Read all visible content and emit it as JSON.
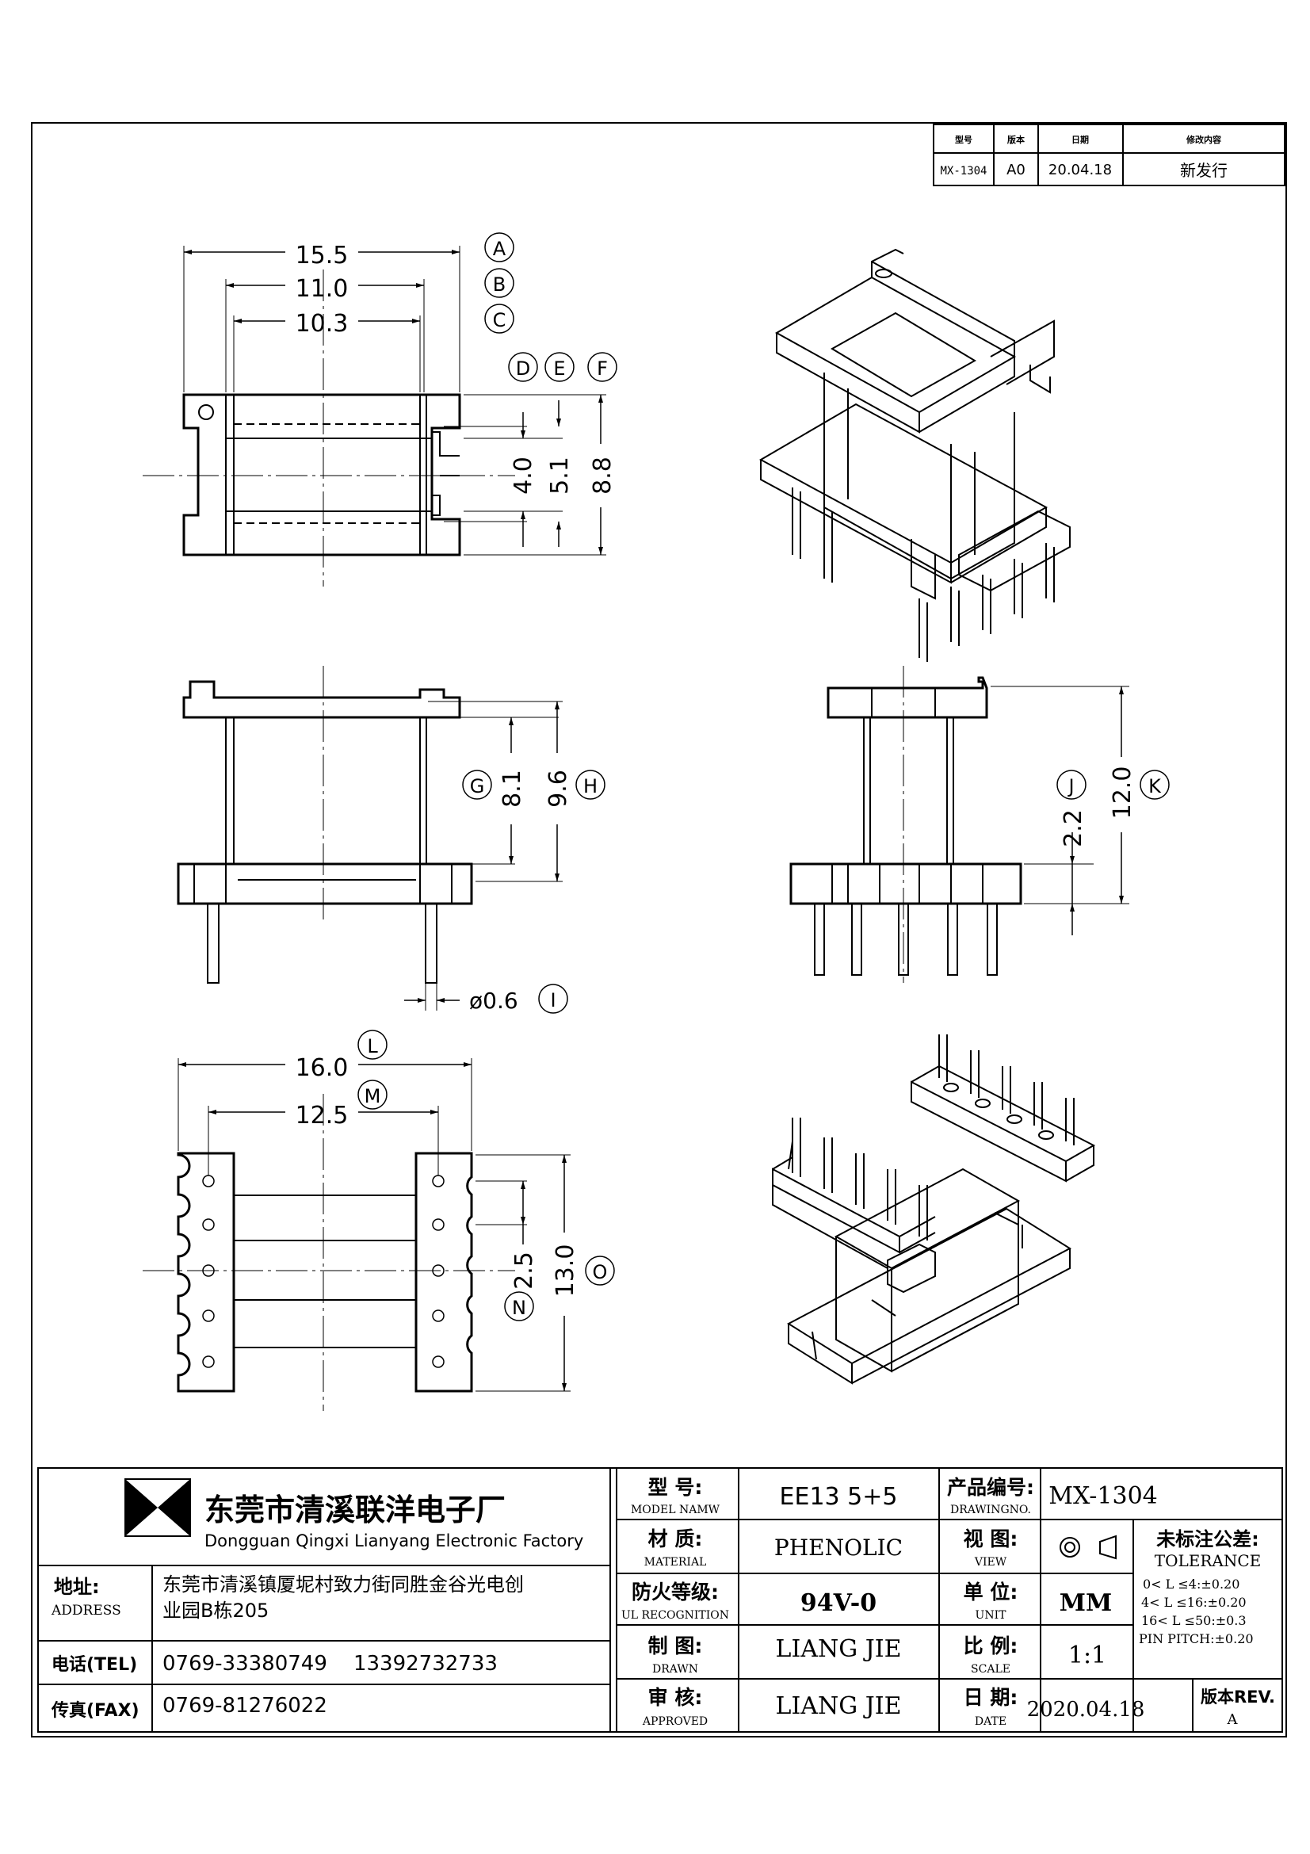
{
  "revision_table": {
    "headers": [
      "型号",
      "版本",
      "日期",
      "修改内容"
    ],
    "row": [
      "MX-1304",
      "A0",
      "20.04.18",
      "新发行"
    ]
  },
  "dimensions": {
    "top": {
      "A": "15.5",
      "B": "11.0",
      "C": "10.3",
      "D": "4.0",
      "E": "5.1",
      "F": "8.8"
    },
    "front": {
      "G": "8.1",
      "H": "9.6",
      "I": "ø0.6"
    },
    "side": {
      "J": "2.2",
      "K": "12.0"
    },
    "bottom": {
      "L": "16.0",
      "M": "12.5",
      "N": "2.5",
      "O": "13.0"
    },
    "callouts": [
      "A",
      "B",
      "C",
      "D",
      "E",
      "F",
      "G",
      "H",
      "I",
      "J",
      "K",
      "L",
      "M",
      "N",
      "O"
    ]
  },
  "title_block": {
    "company_cn": "东莞市清溪联洋电子厂",
    "company_en": "Dongguan Qingxi Lianyang Electronic Factory",
    "address_label_cn": "地址:",
    "address_label_en": "ADDRESS",
    "address_line1": "东莞市清溪镇厦坭村致力街同胜金谷光电创",
    "address_line2": "业园B栋205",
    "tel_label": "电话(TEL)",
    "tel_value": "0769-33380749    13392732733",
    "fax_label": "传真(FAX)",
    "fax_value": "0769-81276022",
    "model_cn": "型  号:",
    "model_en": "MODEL NAMW",
    "model_value": "EE13 5+5",
    "material_cn": "材  质:",
    "material_en": "MATERIAL",
    "material_value": "PHENOLIC",
    "ul_cn": "防火等级:",
    "ul_en": "UL RECOGNITION",
    "ul_value": "94V-0",
    "drawn_cn": "制  图:",
    "drawn_en": "DRAWN",
    "drawn_value": "LIANG JIE",
    "approved_cn": "审  核:",
    "approved_en": "APPROVED",
    "approved_value": "LIANG JIE",
    "drawingno_cn": "产品编号:",
    "drawingno_en": "DRAWINGNO.",
    "drawingno_value": "MX-1304",
    "view_cn": "视  图:",
    "view_en": "VIEW",
    "unit_cn": "单  位:",
    "unit_en": "UNIT",
    "unit_value": "MM",
    "scale_cn": "比  例:",
    "scale_en": "SCALE",
    "scale_value": "1:1",
    "date_cn": "日  期:",
    "date_en": "DATE",
    "date_value": "2020.04.18",
    "tolerance_cn": "未标注公差:",
    "tolerance_en": "TOLERANCE",
    "tolerance_lines": [
      "0< L ≤4:±0.20",
      "4< L ≤16:±0.20",
      "16< L ≤50:±0.3",
      "PIN PITCH:±0.20"
    ],
    "rev_label": "版本REV.",
    "rev_value": "A"
  }
}
